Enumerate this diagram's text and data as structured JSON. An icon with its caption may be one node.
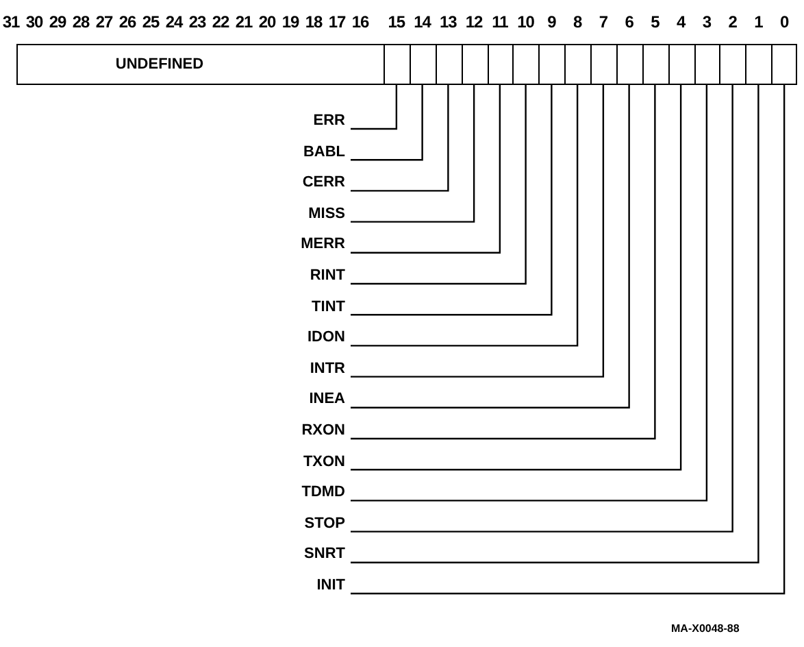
{
  "diagram": {
    "nodes": [
      {
        "text": [
          "UNDEFINED"
        ]
      },
      {
        "text": [],
        "shape": "box"
      },
      {
        "text": [],
        "shape": "box"
      },
      {
        "text": [],
        "shape": "box"
      },
      {
        "text": [],
        "shape": "box"
      },
      {
        "text": [],
        "shape": "box"
      },
      {
        "text": [],
        "shape": "box"
      },
      {
        "text": [],
        "shape": "box"
      },
      {
        "text": [],
        "shape": "box"
      },
      {
        "text": [],
        "shape": "box"
      },
      {
        "text": [],
        "shape": "box"
      },
      {
        "text": [],
        "shape": "box"
      },
      {
        "text": [],
        "shape": "box"
      },
      {
        "text": [],
        "shape": "box"
      },
      {
        "text": [],
        "shape": "box"
      },
      {
        "text": [],
        "shape": "box"
      },
      {
        "text": [],
        "shape": "box"
      },
      {
        "text": [
          "ERR"
        ]
      },
      {
        "text": [
          "BABL"
        ]
      },
      {
        "text": [
          "CERR"
        ]
      },
      {
        "text": [
          "MISS"
        ]
      },
      {
        "text": [
          "MERR"
        ]
      },
      {
        "text": [
          "RINT"
        ]
      },
      {
        "text": [
          "TINT"
        ]
      },
      {
        "text": [
          "IDON"
        ]
      },
      {
        "text": [
          "INTR"
        ]
      },
      {
        "text": [
          "INEA"
        ]
      },
      {
        "text": [
          "RXON"
        ]
      },
      {
        "text": [
          "TXON"
        ]
      },
      {
        "text": [
          "TDMD"
        ]
      },
      {
        "text": [
          "STOP"
        ]
      },
      {
        "text": [
          "SNRT"
        ]
      },
      {
        "text": [
          "INIT"
        ]
      }
    ],
    "edges": [
      {
        "from": 17,
        "to": 1,
        "arrow": "none"
      },
      {
        "from": 18,
        "to": 2,
        "arrow": "none"
      },
      {
        "from": 19,
        "to": 3,
        "arrow": "none"
      },
      {
        "from": 20,
        "to": 4,
        "arrow": "none"
      },
      {
        "from": 21,
        "to": 5,
        "arrow": "none"
      },
      {
        "from": 22,
        "to": 6,
        "arrow": "none"
      },
      {
        "from": 23,
        "to": 7,
        "arrow": "none"
      },
      {
        "from": 24,
        "to": 8,
        "arrow": "none"
      },
      {
        "from": 25,
        "to": 9,
        "arrow": "none"
      },
      {
        "from": 26,
        "to": 10,
        "arrow": "none"
      },
      {
        "from": 27,
        "to": 11,
        "arrow": "none"
      },
      {
        "from": 28,
        "to": 12,
        "arrow": "none"
      },
      {
        "from": 29,
        "to": 13,
        "arrow": "none"
      },
      {
        "from": 30,
        "to": 14,
        "arrow": "none"
      },
      {
        "from": 31,
        "to": 15,
        "arrow": "none"
      },
      {
        "from": 32,
        "to": 16,
        "arrow": "none"
      }
    ],
    "labels": [
      "31",
      "30",
      "29",
      "28",
      "27",
      "26",
      "25",
      "24",
      "23",
      "22",
      "21",
      "20",
      "19",
      "18",
      "17",
      "16",
      "15",
      "14",
      "13",
      "12",
      "11",
      "10",
      "9",
      "8",
      "7",
      "6",
      "5",
      "4",
      "3",
      "2",
      "1",
      "0",
      "MA-X0048-88"
    ]
  }
}
